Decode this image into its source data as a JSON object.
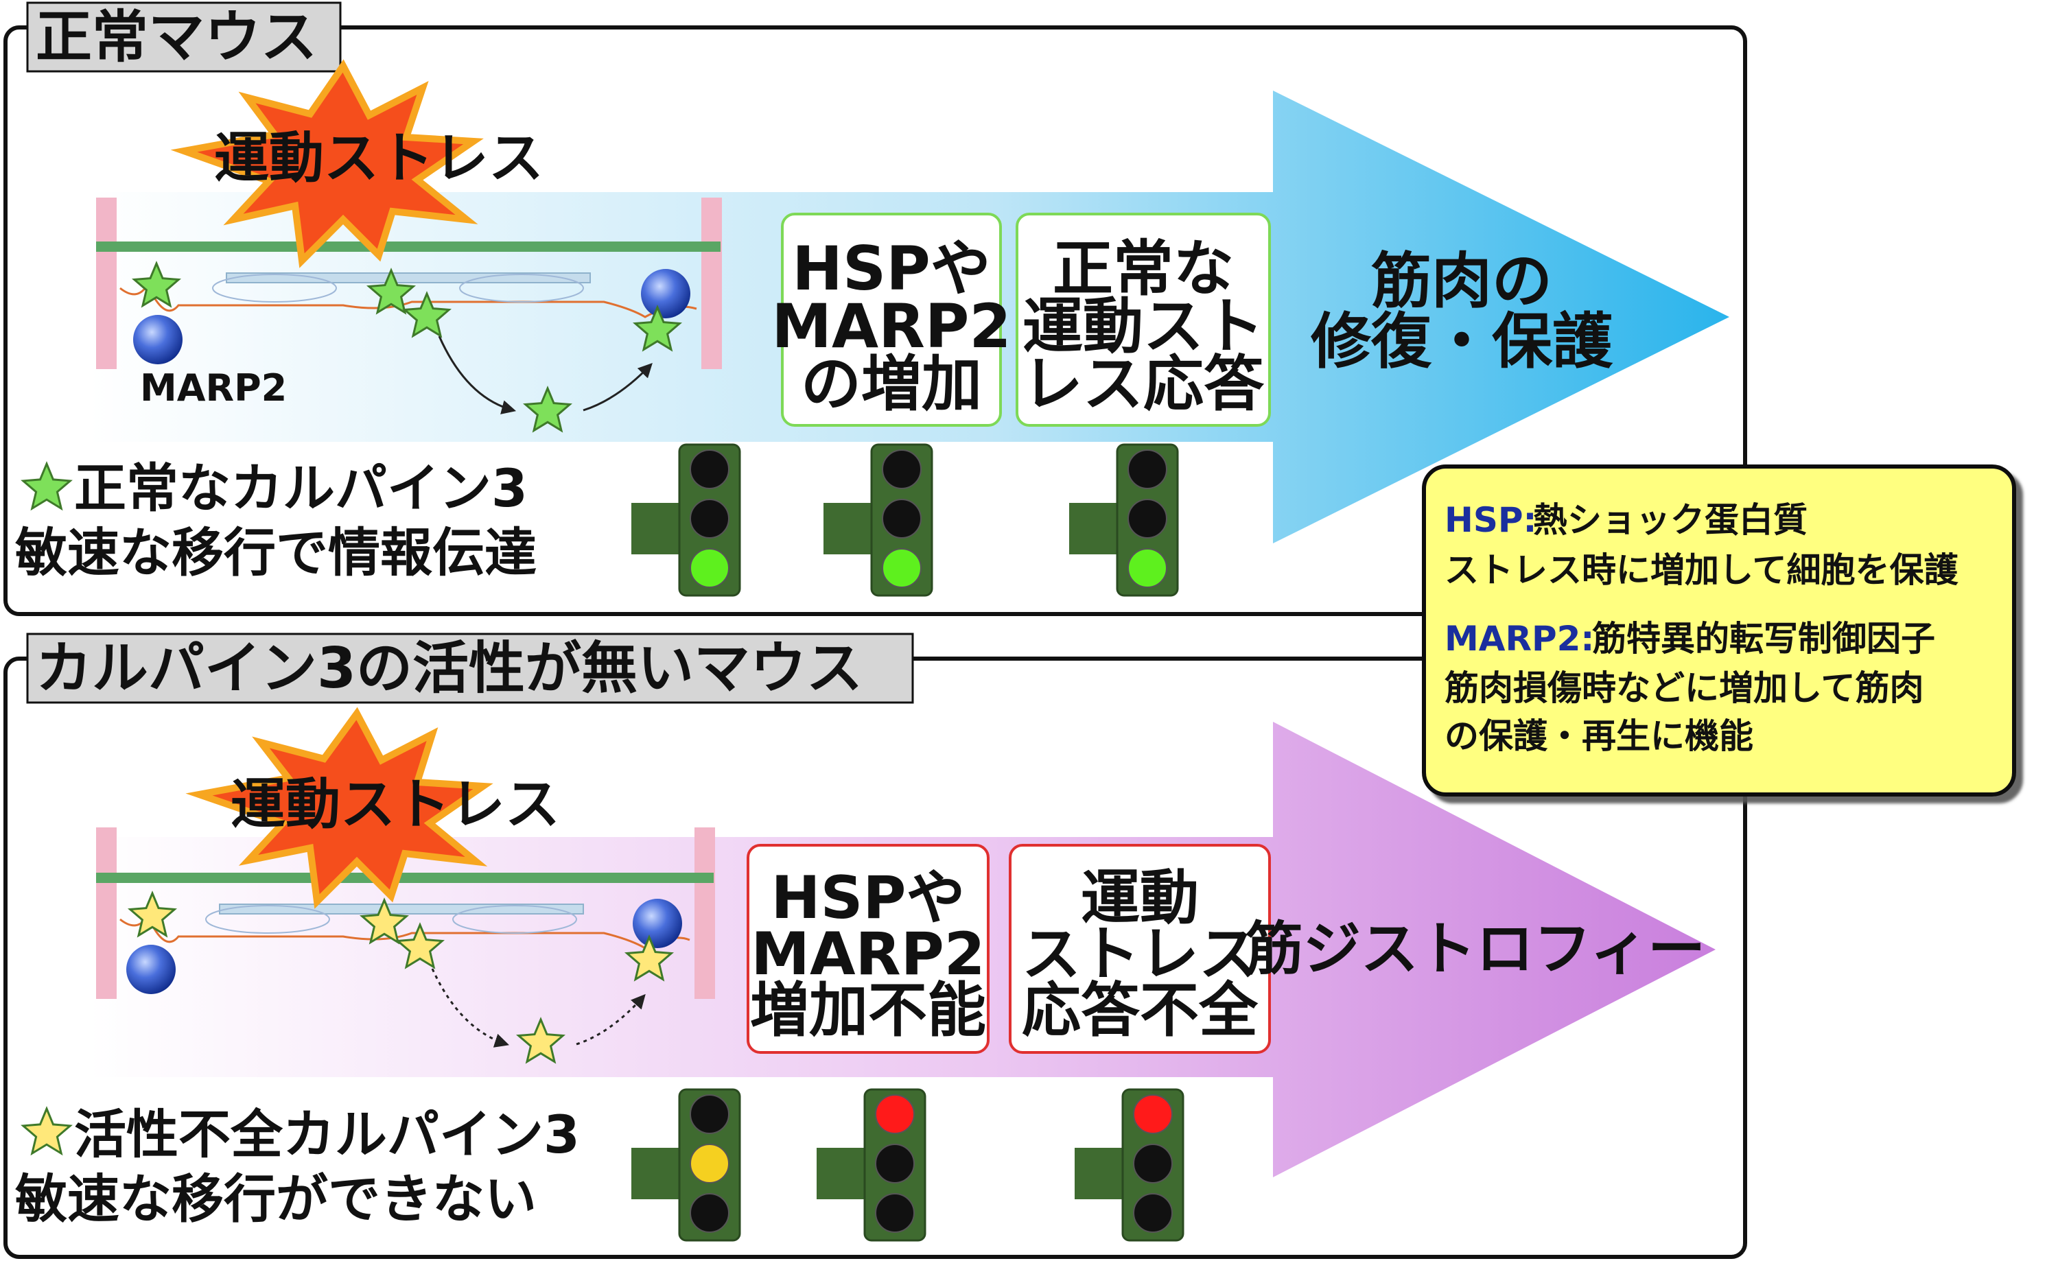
{
  "normal": {
    "title": "正常マウス",
    "stress": "運動ストレス",
    "marp2_label": "MARP2",
    "legend_line1": "正常なカルパイン3",
    "legend_line2": "敏速な移行で情報伝達",
    "box1": [
      "HSPや",
      "MARP2",
      "の増加"
    ],
    "box2": [
      "正常な",
      "運動スト",
      "レス応答"
    ],
    "outcome": [
      "筋肉の",
      "修復・保護"
    ],
    "arrow_color": "#00a8e8",
    "star_color": "#7ee05a",
    "lights": [
      {
        "top": "off",
        "mid": "off",
        "bottom": "green"
      },
      {
        "top": "off",
        "mid": "off",
        "bottom": "green"
      },
      {
        "top": "off",
        "mid": "off",
        "bottom": "green"
      }
    ]
  },
  "mutant": {
    "title": "カルパイン3の活性が無いマウス",
    "stress": "運動ストレス",
    "legend_line1": "活性不全カルパイン3",
    "legend_line2": "敏速な移行ができない",
    "box1": [
      "HSPや",
      "MARP2",
      "増加不能"
    ],
    "box2": [
      "運動",
      "ストレス",
      "応答不全"
    ],
    "outcome": [
      "筋ジストロフィー"
    ],
    "arrow_color": "#c97fdd",
    "star_color": "#ffe87a",
    "lights": [
      {
        "top": "off",
        "mid": "yellow",
        "bottom": "off"
      },
      {
        "top": "red",
        "mid": "off",
        "bottom": "off"
      },
      {
        "top": "red",
        "mid": "off",
        "bottom": "off"
      }
    ]
  },
  "note": {
    "hsp_term": "HSP:",
    "hsp_def1": "熱ショック蛋白質",
    "hsp_def2": "ストレス時に増加して細胞を保護",
    "marp_term": "MARP2:",
    "marp_def1": "筋特異的転写制御因子",
    "marp_def2": "筋肉損傷時などに増加して筋肉",
    "marp_def3": "の保護・再生に機能"
  },
  "colors": {
    "light_green": "#5ef01e",
    "light_red": "#ff1a1a",
    "light_yellow": "#f5d020",
    "light_off": "#111111",
    "signal_body": "#3f6b30",
    "note_bg": "#ffff80",
    "box_border_normal": "#7ed957",
    "box_border_mutant": "#e03030"
  }
}
